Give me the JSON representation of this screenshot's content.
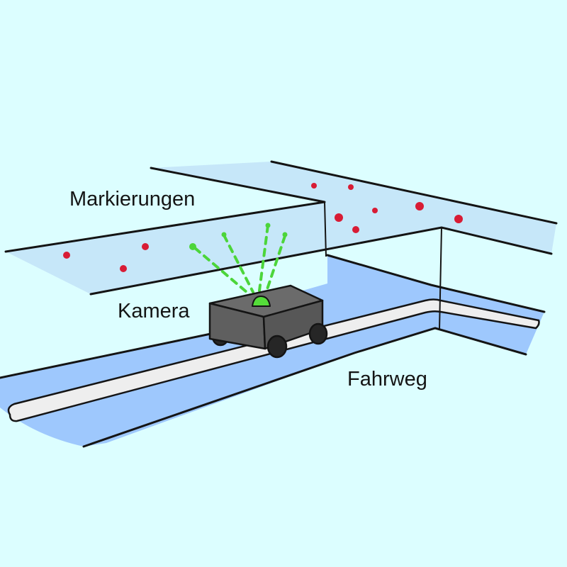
{
  "labels": {
    "markings": "Markierungen",
    "camera": "Kamera",
    "path": "Fahrweg"
  },
  "colors": {
    "background": "#dcfeff",
    "ceiling": "#c6e7f9",
    "floor": "#9ec8fd",
    "track": "#eeeeee",
    "robot_body": "#5f5f5f",
    "robot_top": "#6b6b6b",
    "wheel": "#262626",
    "camera": "#55dd3a",
    "beam": "#4cd53a",
    "marker": "#d81c35",
    "outline": "#141414"
  }
}
